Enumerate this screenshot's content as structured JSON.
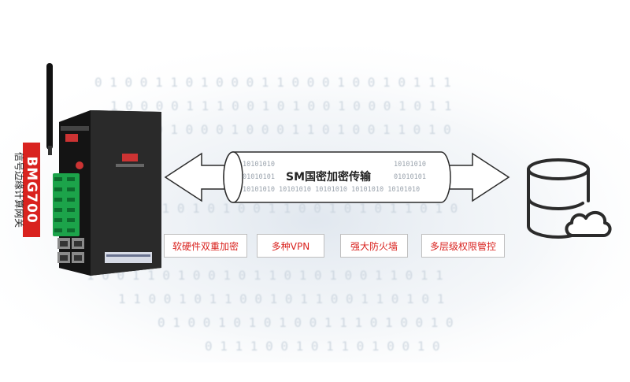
{
  "product": {
    "model": "BMG700",
    "subtitle": "信号边缘计算网关"
  },
  "transfer": {
    "title": "SM国密加密传输",
    "binary_rows": [
      "10101010",
      "01010101",
      "10101010"
    ]
  },
  "features": [
    {
      "label": "软硬件双重加密"
    },
    {
      "label": "多种VPN"
    },
    {
      "label": "强大防火墙"
    },
    {
      "label": "多层级权限管控"
    }
  ],
  "colors": {
    "accent": "#d9231f",
    "outline": "#2b2b2b",
    "border": "#bfbfbf"
  },
  "icons": [
    "database-cloud-icon"
  ]
}
